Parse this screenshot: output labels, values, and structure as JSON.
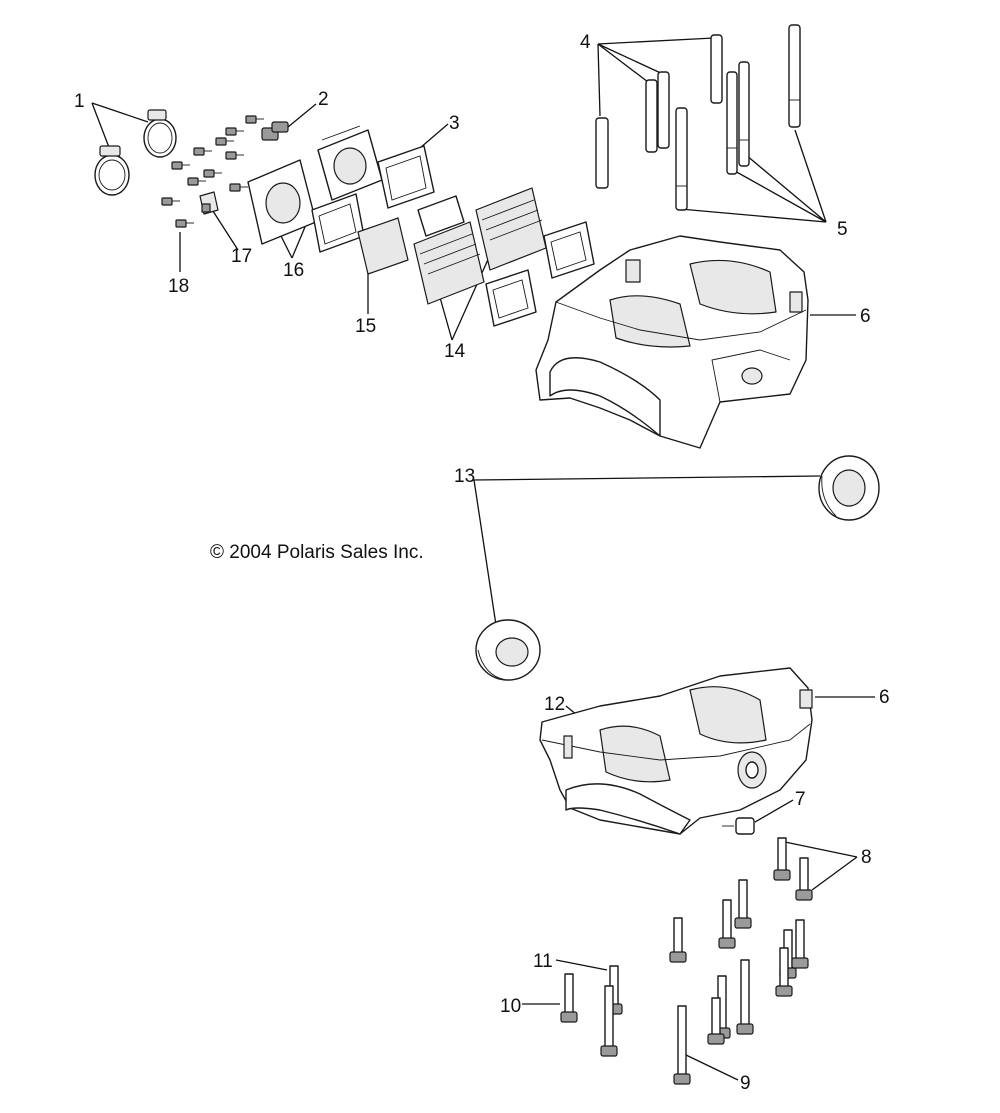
{
  "copyright": "© 2004 Polaris Sales Inc.",
  "callouts": {
    "c1": "1",
    "c2": "2",
    "c3": "3",
    "c4": "4",
    "c5": "5",
    "c6a": "6",
    "c6b": "6",
    "c7": "7",
    "c8": "8",
    "c9": "9",
    "c10": "10",
    "c11": "11",
    "c12": "12",
    "c13": "13",
    "c14": "14",
    "c15": "15",
    "c16": "16",
    "c17": "17",
    "c18": "18"
  }
}
